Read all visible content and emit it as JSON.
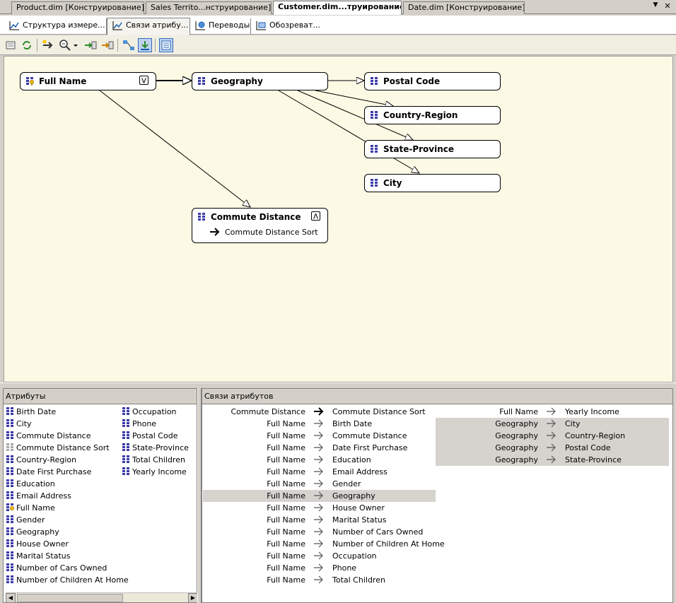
{
  "doc_tabs": [
    {
      "label": "Product.dim [Конструирование]",
      "active": false
    },
    {
      "label": "Sales Territo...нструирование]",
      "active": false
    },
    {
      "label": "Customer.dim...труирование]*",
      "active": true
    },
    {
      "label": "Date.dim [Конструирование]",
      "active": false
    }
  ],
  "window_controls": {
    "dropdown": "▼",
    "close": "✕"
  },
  "designer_tabs": [
    {
      "label": "Структура измере...",
      "active": false
    },
    {
      "label": "Связи атрибу...",
      "active": true
    },
    {
      "label": "Переводы",
      "active": false
    },
    {
      "label": "Обозреват...",
      "active": false
    }
  ],
  "diagram": {
    "nodes": {
      "full_name": {
        "label": "Full Name",
        "expand": "⋁"
      },
      "geography": {
        "label": "Geography"
      },
      "postal_code": {
        "label": "Postal Code"
      },
      "country_region": {
        "label": "Country-Region"
      },
      "state_province": {
        "label": "State-Province"
      },
      "city": {
        "label": "City"
      },
      "commute_distance": {
        "label": "Commute Distance",
        "collapse": "⋀",
        "sub_item": "Commute Distance Sort"
      }
    }
  },
  "attributes_pane": {
    "title": "Атрибуты",
    "col1": [
      "Birth Date",
      "City",
      "Commute Distance",
      "Commute Distance Sort",
      "Country-Region",
      "Date First Purchase",
      "Education",
      "Email Address",
      "Full Name",
      "Gender",
      "Geography",
      "House Owner",
      "Marital Status",
      "Number of Cars Owned",
      "Number of Children At Home"
    ],
    "col2": [
      "Occupation",
      "Phone",
      "Postal Code",
      "State-Province",
      "Total Children",
      "Yearly Income"
    ]
  },
  "relationships_pane": {
    "title": "Связи атрибутов",
    "col1": [
      {
        "src": "Commute Distance",
        "dst": "Commute Distance Sort",
        "rigid": true,
        "selected": false
      },
      {
        "src": "Full Name",
        "dst": "Birth Date",
        "rigid": false,
        "selected": false
      },
      {
        "src": "Full Name",
        "dst": "Commute Distance",
        "rigid": false,
        "selected": false
      },
      {
        "src": "Full Name",
        "dst": "Date First Purchase",
        "rigid": false,
        "selected": false
      },
      {
        "src": "Full Name",
        "dst": "Education",
        "rigid": false,
        "selected": false
      },
      {
        "src": "Full Name",
        "dst": "Email Address",
        "rigid": false,
        "selected": false
      },
      {
        "src": "Full Name",
        "dst": "Gender",
        "rigid": false,
        "selected": false
      },
      {
        "src": "Full Name",
        "dst": "Geography",
        "rigid": false,
        "selected": true
      },
      {
        "src": "Full Name",
        "dst": "House Owner",
        "rigid": false,
        "selected": false
      },
      {
        "src": "Full Name",
        "dst": "Marital Status",
        "rigid": false,
        "selected": false
      },
      {
        "src": "Full Name",
        "dst": "Number of Cars Owned",
        "rigid": false,
        "selected": false
      },
      {
        "src": "Full Name",
        "dst": "Number of Children At Home",
        "rigid": false,
        "selected": false
      },
      {
        "src": "Full Name",
        "dst": "Occupation",
        "rigid": false,
        "selected": false
      },
      {
        "src": "Full Name",
        "dst": "Phone",
        "rigid": false,
        "selected": false
      },
      {
        "src": "Full Name",
        "dst": "Total Children",
        "rigid": false,
        "selected": false
      }
    ],
    "col2": [
      {
        "src": "Full Name",
        "dst": "Yearly Income",
        "rigid": false,
        "selected": false
      },
      {
        "src": "Geography",
        "dst": "City",
        "rigid": false,
        "selected": true
      },
      {
        "src": "Geography",
        "dst": "Country-Region",
        "rigid": false,
        "selected": true
      },
      {
        "src": "Geography",
        "dst": "Postal Code",
        "rigid": false,
        "selected": true
      },
      {
        "src": "Geography",
        "dst": "State-Province",
        "rigid": false,
        "selected": true
      }
    ]
  },
  "colors": {
    "diagram_bg": "#fcf9e4",
    "selection": "#d6d3ce",
    "attr_icon": "#3a3aa8"
  }
}
